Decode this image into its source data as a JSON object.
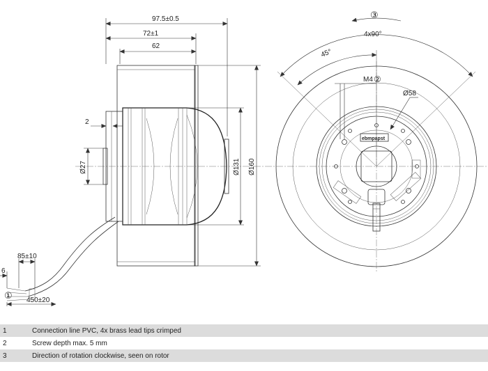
{
  "side_view": {
    "dim_overall": "97.5±0.5",
    "dim_72": "72±1",
    "dim_62": "62",
    "dim_2": "2",
    "dim_27": "Ø27",
    "dim_131": "Ø131",
    "dim_160": "Ø160",
    "dim_85": "85±10",
    "dim_6": "6",
    "dim_450": "450±20",
    "callout_1": "①"
  },
  "front_view": {
    "angle_90": "4x90°",
    "angle_45": "45°",
    "thread": "M4",
    "callout_2": "②",
    "callout_3": "③",
    "dim_58": "Ø58",
    "brand_label": "ebmpapst"
  },
  "legend": [
    {
      "num": "1",
      "text": "Connection line PVC, 4x brass lead tips crimped"
    },
    {
      "num": "2",
      "text": "Screw depth max. 5 mm"
    },
    {
      "num": "3",
      "text": "Direction of rotation clockwise, seen on rotor"
    }
  ]
}
